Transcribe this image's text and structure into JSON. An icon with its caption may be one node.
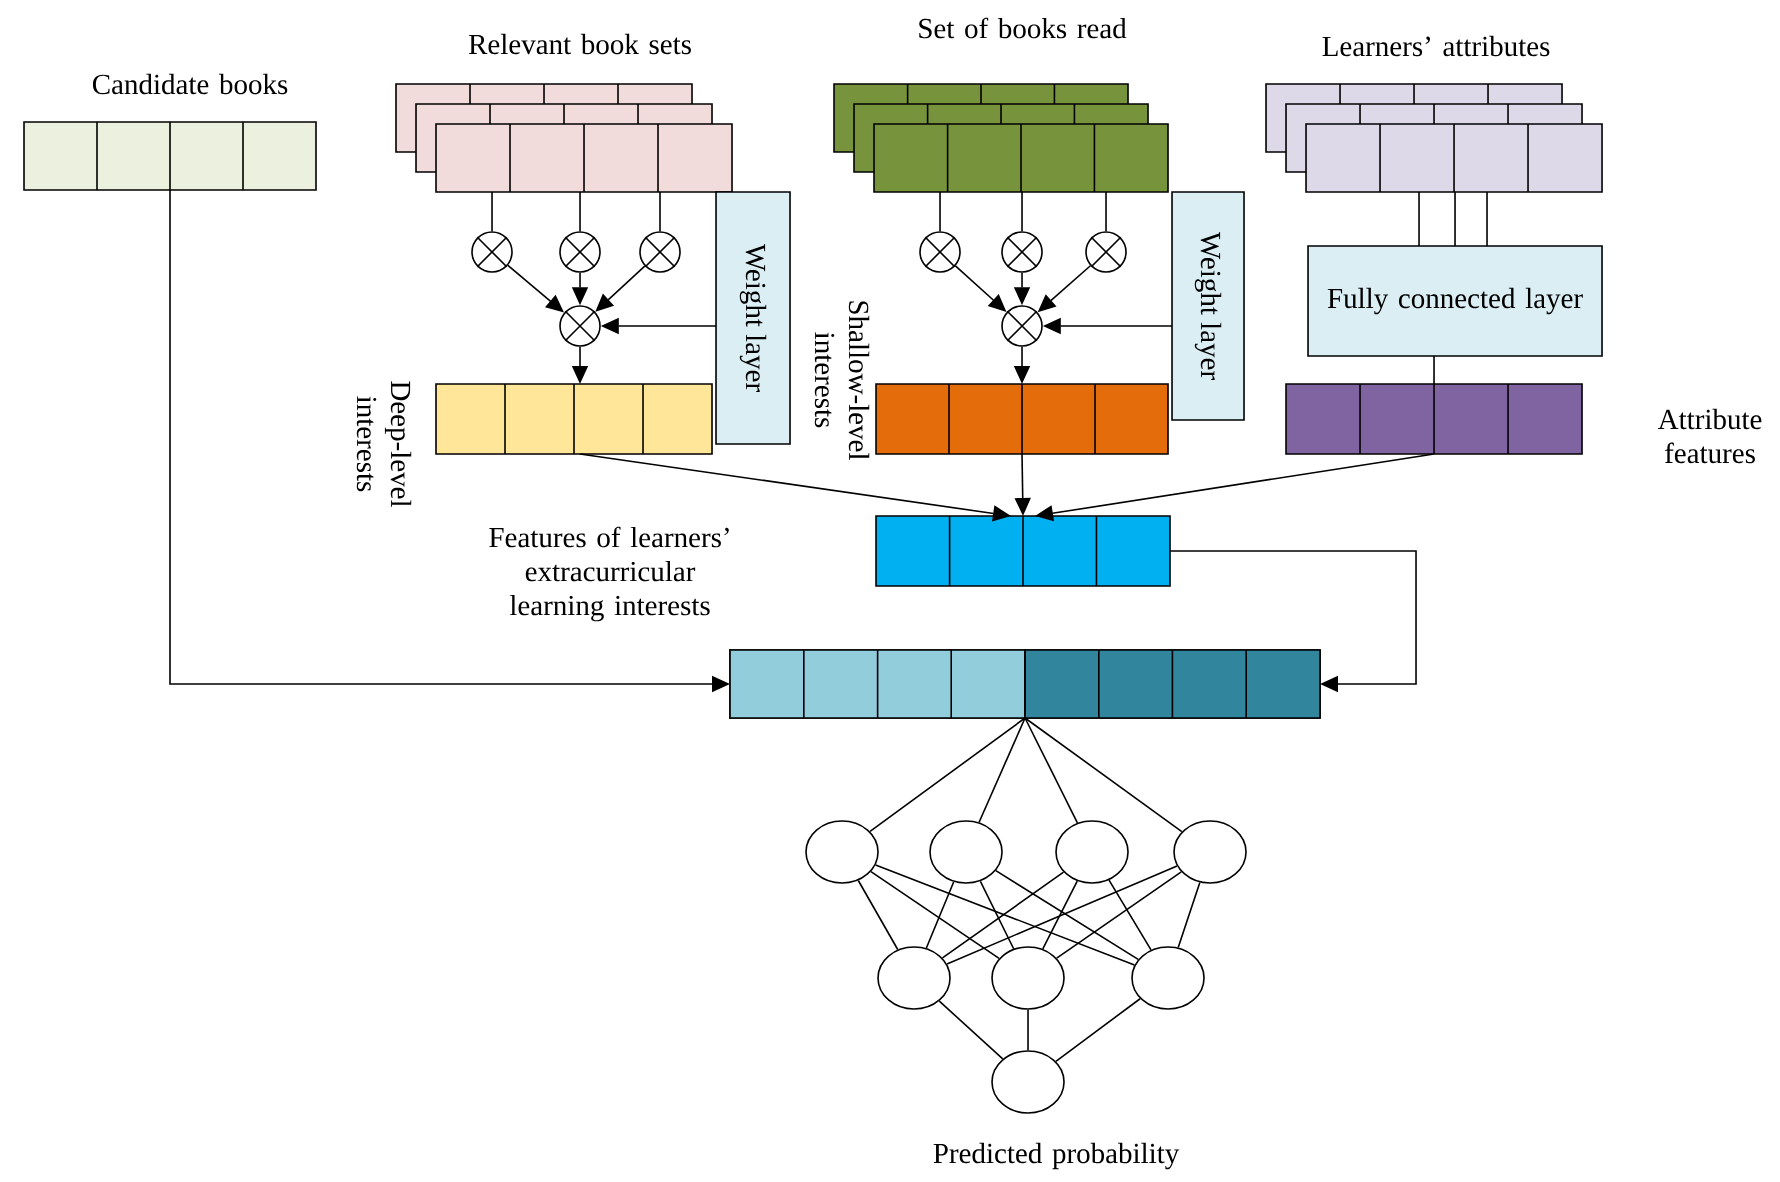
{
  "diagram": {
    "nodes": [
      {
        "text": [
          "Candidate books"
        ]
      },
      {
        "text": [
          "Relevant book sets"
        ]
      },
      {
        "text": [
          "Set of books read"
        ]
      },
      {
        "text": [
          "Learners’ attributes"
        ]
      },
      {
        "text": [],
        "shape": "circle"
      },
      {
        "text": [],
        "shape": "circle"
      },
      {
        "text": [],
        "shape": "circle"
      },
      {
        "text": [],
        "shape": "circle"
      },
      {
        "text": [
          "Weight layer"
        ]
      },
      {
        "text": [
          "Deep-level interests"
        ]
      },
      {
        "text": [],
        "shape": "circle"
      },
      {
        "text": [],
        "shape": "circle"
      },
      {
        "text": [],
        "shape": "circle"
      },
      {
        "text": [],
        "shape": "circle"
      },
      {
        "text": [
          "Weight layer"
        ]
      },
      {
        "text": [
          "Shallow-level interests"
        ]
      },
      {
        "text": [
          "Fully connected layer"
        ]
      },
      {
        "text": [
          "Attribute features"
        ]
      },
      {
        "text": [],
        "shape": "box"
      },
      {
        "text": [],
        "shape": "bar"
      },
      {
        "text": [],
        "shape": "circle"
      },
      {
        "text": [],
        "shape": "circle"
      },
      {
        "text": [],
        "shape": "circle"
      },
      {
        "text": [],
        "shape": "circle"
      },
      {
        "text": [],
        "shape": "circle"
      },
      {
        "text": [],
        "shape": "circle"
      },
      {
        "text": [],
        "shape": "circle"
      },
      {
        "text": [],
        "shape": "circle",
        "beside": [
          "Predicted probability"
        ]
      }
    ],
    "edges": [
      {
        "from": 1,
        "to": 4,
        "arrow": "none"
      },
      {
        "from": 1,
        "to": 5,
        "arrow": "none"
      },
      {
        "from": 1,
        "to": 6,
        "arrow": "none"
      },
      {
        "from": 4,
        "to": 7,
        "arrow": "to"
      },
      {
        "from": 5,
        "to": 7,
        "arrow": "to"
      },
      {
        "from": 6,
        "to": 7,
        "arrow": "to"
      },
      {
        "from": 8,
        "to": 7,
        "arrow": "to"
      },
      {
        "from": 7,
        "to": 9,
        "arrow": "to"
      },
      {
        "from": 2,
        "to": 10,
        "arrow": "none"
      },
      {
        "from": 2,
        "to": 11,
        "arrow": "none"
      },
      {
        "from": 2,
        "to": 12,
        "arrow": "none"
      },
      {
        "from": 10,
        "to": 13,
        "arrow": "to"
      },
      {
        "from": 11,
        "to": 13,
        "arrow": "to"
      },
      {
        "from": 12,
        "to": 13,
        "arrow": "to"
      },
      {
        "from": 14,
        "to": 13,
        "arrow": "to"
      },
      {
        "from": 13,
        "to": 15,
        "arrow": "to"
      },
      {
        "from": 3,
        "to": 16,
        "arrow": "none"
      },
      {
        "from": 16,
        "to": 17,
        "arrow": "none"
      },
      {
        "from": 9,
        "to": 18,
        "arrow": "to"
      },
      {
        "from": 15,
        "to": 18,
        "arrow": "to"
      },
      {
        "from": 17,
        "to": 18,
        "arrow": "to"
      },
      {
        "from": 0,
        "to": 19,
        "arrow": "to"
      },
      {
        "from": 18,
        "to": 19,
        "arrow": "to"
      },
      {
        "from": 19,
        "to": 20,
        "arrow": "none"
      },
      {
        "from": 19,
        "to": 21,
        "arrow": "none"
      },
      {
        "from": 19,
        "to": 22,
        "arrow": "none"
      },
      {
        "from": 19,
        "to": 23,
        "arrow": "none"
      },
      {
        "from": 20,
        "to": 24,
        "arrow": "none"
      },
      {
        "from": 20,
        "to": 25,
        "arrow": "none"
      },
      {
        "from": 20,
        "to": 26,
        "arrow": "none"
      },
      {
        "from": 21,
        "to": 24,
        "arrow": "none"
      },
      {
        "from": 21,
        "to": 25,
        "arrow": "none"
      },
      {
        "from": 21,
        "to": 26,
        "arrow": "none"
      },
      {
        "from": 22,
        "to": 24,
        "arrow": "none"
      },
      {
        "from": 22,
        "to": 25,
        "arrow": "none"
      },
      {
        "from": 22,
        "to": 26,
        "arrow": "none"
      },
      {
        "from": 23,
        "to": 24,
        "arrow": "none"
      },
      {
        "from": 23,
        "to": 25,
        "arrow": "none"
      },
      {
        "from": 23,
        "to": 26,
        "arrow": "none"
      },
      {
        "from": 24,
        "to": 27,
        "arrow": "none"
      },
      {
        "from": 25,
        "to": 27,
        "arrow": "none"
      },
      {
        "from": 26,
        "to": 27,
        "arrow": "none"
      }
    ],
    "labels": [
      "Features of learners’ extracurricular learning interests"
    ]
  }
}
